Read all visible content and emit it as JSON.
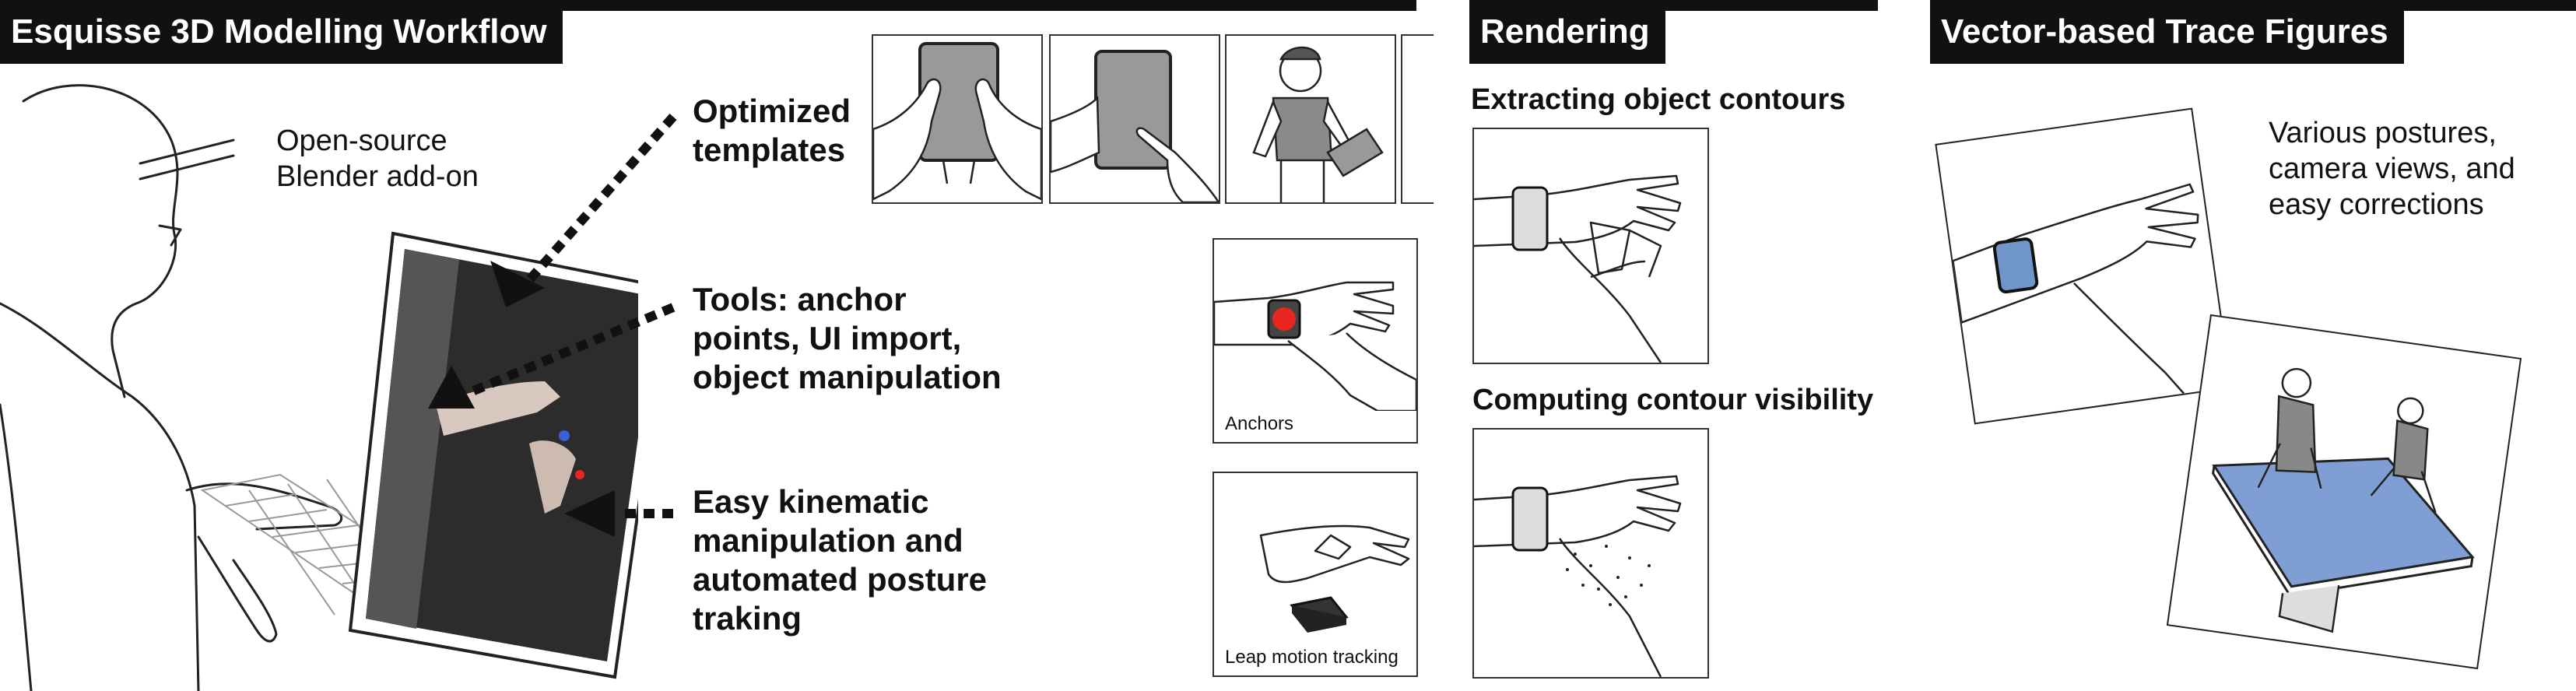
{
  "sections": {
    "modelling": {
      "title": "Esquisse 3D Modelling Workflow"
    },
    "rendering": {
      "title": "Rendering"
    },
    "vector": {
      "title": "Vector-based Trace Figures"
    }
  },
  "modelling": {
    "addon_text": "Open-source\nBlender add-on",
    "callouts": [
      {
        "text": "Optimized\ntemplates"
      },
      {
        "text": "Tools: anchor\npoints, UI import,\nobject manipulation"
      },
      {
        "text": "Easy kinematic\nmanipulation and\nautomated posture\ntraking"
      }
    ],
    "tool_panels": [
      {
        "caption": "Anchors"
      },
      {
        "caption": "Leap motion tracking"
      }
    ]
  },
  "rendering": {
    "steps": [
      {
        "label": "Extracting object contours"
      },
      {
        "label": "Computing contour visibility"
      }
    ]
  },
  "vector": {
    "description": "Various postures,\ncamera views, and\neasy corrections"
  },
  "colors": {
    "header_bg": "#111111",
    "header_text": "#ffffff",
    "anchor_red": "#e8261f",
    "table_blue": "#7f9ed3",
    "watch_blue": "#6f95c9"
  },
  "icons": [
    "arrow-icon",
    "hand-icon",
    "tablet-icon",
    "watch-icon",
    "person-icon",
    "leap-sensor-icon",
    "keyboard-icon"
  ]
}
